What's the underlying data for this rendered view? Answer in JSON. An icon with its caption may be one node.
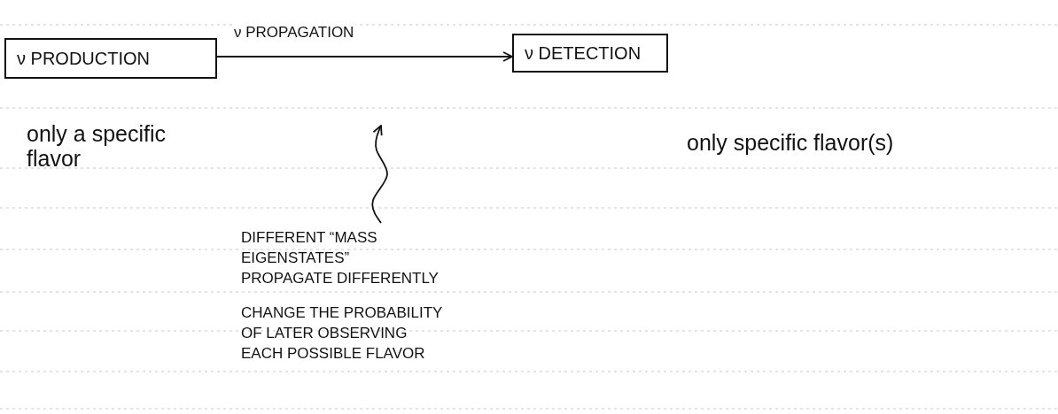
{
  "diagram": {
    "nodes": [
      {
        "text": [
          "ν PRODUCTION"
        ],
        "beside": [
          "only a specific flavor"
        ]
      },
      {
        "text": [
          "ν DETECTION"
        ],
        "beside": [
          "only specific flavor(s)"
        ]
      },
      {
        "text": [
          "DIFFERENT “MASS EIGENSTATES” PROPAGATE DIFFERENTLY",
          "CHANGE THE PROBABILITY OF LATER OBSERVING EACH POSSIBLE FLAVOR"
        ]
      }
    ],
    "edges": [
      {
        "from": 0,
        "to": 1,
        "arrow": "to",
        "label": "ν PROPAGATION"
      },
      {
        "from": 2,
        "to": null,
        "arrow": "to"
      }
    ]
  }
}
